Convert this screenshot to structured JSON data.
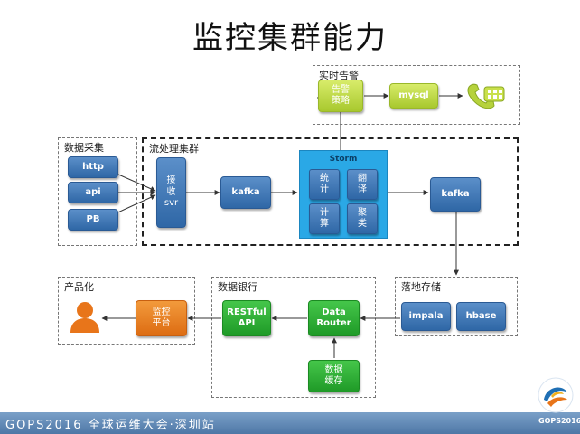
{
  "title": "监控集群能力",
  "groups": {
    "alert": "实时告警",
    "collect": "数据采集",
    "stream": "流处理集群",
    "storage": "落地存储",
    "product": "产品化",
    "bank": "数据银行"
  },
  "nodes": {
    "alert_policy": "告警\n策略",
    "mysql": "mysql",
    "http": "http",
    "api": "api",
    "pb": "PB",
    "recv": "接\n收\nsvr",
    "kafka1": "kafka",
    "storm": "Storm",
    "stat": "统\n计",
    "translate": "翻\n译",
    "compute": "计\n算",
    "cluster": "聚\n类",
    "kafka2": "kafka",
    "impala": "impala",
    "hbase": "hbase",
    "data_router": "Data\nRouter",
    "restful_api": "RESTful\nAPI",
    "monitor_platform": "监控\n平台",
    "data_cache": "数据\n缓存"
  },
  "footer": {
    "text": "GOPS2016 全球运维大会·深圳站",
    "logo": "GOPS2016"
  },
  "colors": {
    "blue": "#2f67a6",
    "green": "#1f9a27",
    "lime": "#a8c82e",
    "orange": "#dd6c12",
    "storm": "#2aa8e6"
  },
  "icons": [
    "phone-icon",
    "user-icon",
    "gops-logo-icon"
  ]
}
